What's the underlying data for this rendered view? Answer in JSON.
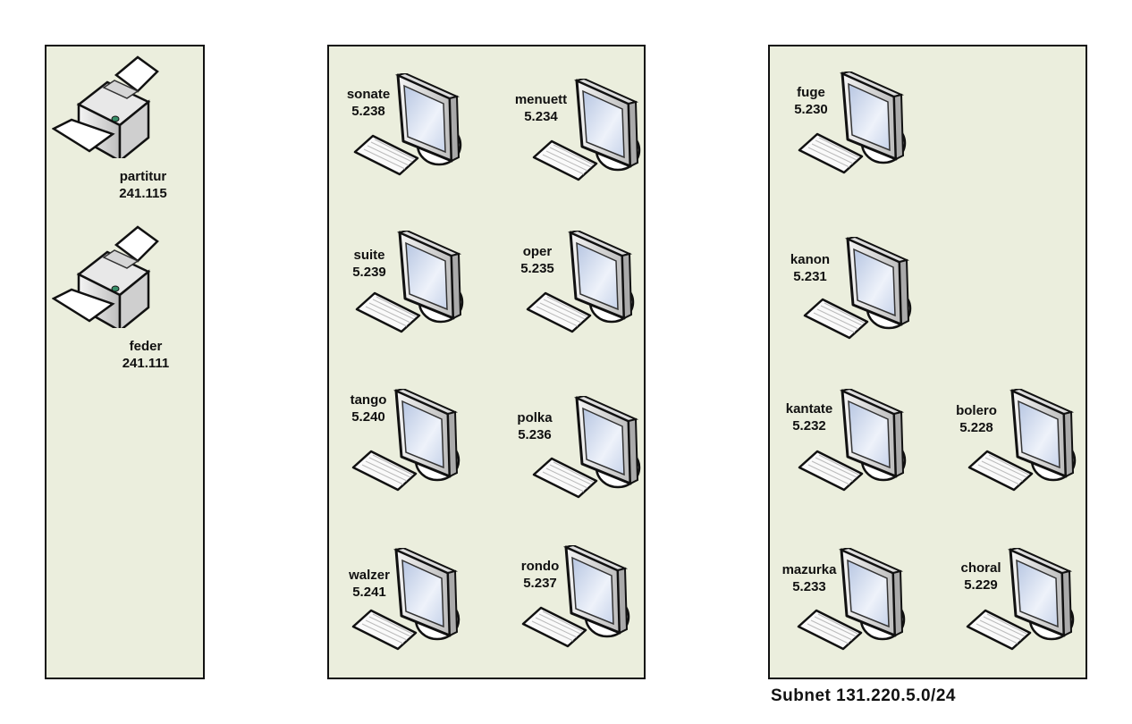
{
  "printers": [
    {
      "name": "partitur",
      "ip": "241.115"
    },
    {
      "name": "feder",
      "ip": "241.111"
    }
  ],
  "workstations": [
    {
      "name": "sonate",
      "ip": "5.238"
    },
    {
      "name": "menuett",
      "ip": "5.234"
    },
    {
      "name": "suite",
      "ip": "5.239"
    },
    {
      "name": "oper",
      "ip": "5.235"
    },
    {
      "name": "tango",
      "ip": "5.240"
    },
    {
      "name": "polka",
      "ip": "5.236"
    },
    {
      "name": "walzer",
      "ip": "5.241"
    },
    {
      "name": "rondo",
      "ip": "5.237"
    },
    {
      "name": "fuge",
      "ip": "5.230"
    },
    {
      "name": "kanon",
      "ip": "5.231"
    },
    {
      "name": "kantate",
      "ip": "5.232"
    },
    {
      "name": "bolero",
      "ip": "5.228"
    },
    {
      "name": "mazurka",
      "ip": "5.233"
    },
    {
      "name": "choral",
      "ip": "5.229"
    }
  ],
  "subnet_label": "Subnet 131.220.5.0/24",
  "colors": {
    "panel": "#ebeedd",
    "border": "#111111",
    "screen": "#c9d6ec"
  }
}
